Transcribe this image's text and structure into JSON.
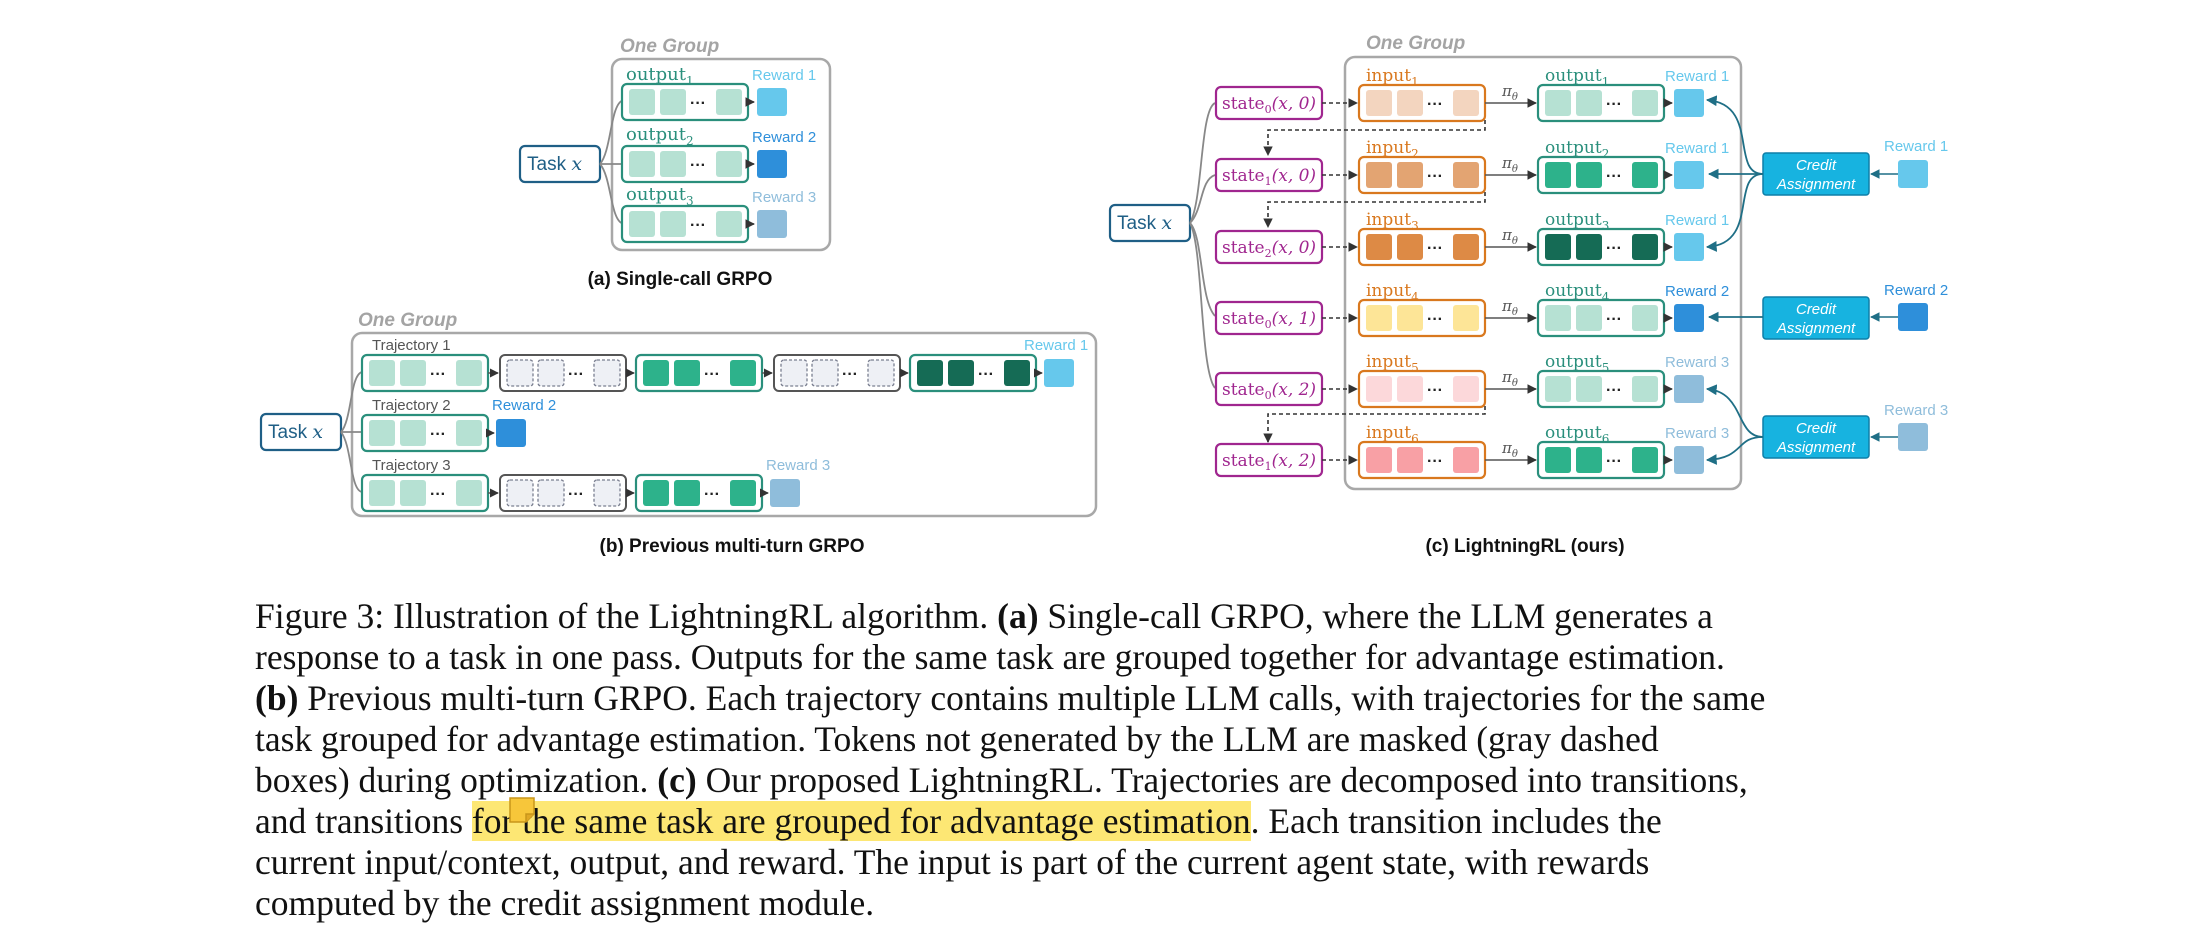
{
  "panel_a": {
    "group_label": "One Group",
    "task_label": "Task",
    "task_var": "x",
    "outputs": [
      {
        "base": "output",
        "sub": "1",
        "reward": "Reward 1"
      },
      {
        "base": "output",
        "sub": "2",
        "reward": "Reward 2"
      },
      {
        "base": "output",
        "sub": "3",
        "reward": "Reward 3"
      }
    ],
    "ellipsis": "···",
    "caption": "(a) Single-call GRPO"
  },
  "panel_b": {
    "group_label": "One Group",
    "task_label": "Task",
    "task_var": "x",
    "trajectories": [
      {
        "label": "Trajectory 1",
        "reward": "Reward 1"
      },
      {
        "label": "Trajectory 2",
        "reward": "Reward 2"
      },
      {
        "label": "Trajectory 3",
        "reward": "Reward 3"
      }
    ],
    "ellipsis": "···",
    "caption": "(b) Previous multi-turn GRPO"
  },
  "panel_c": {
    "group_label": "One Group",
    "task_label": "Task",
    "task_var": "x",
    "policy": "π",
    "policy_sub": "θ",
    "rows": [
      {
        "state_sub": "0",
        "state_args": "(x, 0)",
        "input_sub": "1",
        "output_sub": "1",
        "reward": "Reward 1"
      },
      {
        "state_sub": "1",
        "state_args": "(x, 0)",
        "input_sub": "2",
        "output_sub": "2",
        "reward": "Reward 1"
      },
      {
        "state_sub": "2",
        "state_args": "(x, 0)",
        "input_sub": "3",
        "output_sub": "3",
        "reward": "Reward 1"
      },
      {
        "state_sub": "0",
        "state_args": "(x, 1)",
        "input_sub": "4",
        "output_sub": "4",
        "reward": "Reward 2"
      },
      {
        "state_sub": "0",
        "state_args": "(x, 2)",
        "input_sub": "5",
        "output_sub": "5",
        "reward": "Reward 3"
      },
      {
        "state_sub": "1",
        "state_args": "(x, 2)",
        "input_sub": "6",
        "output_sub": "6",
        "reward": "Reward 3"
      }
    ],
    "state_base": "state",
    "input_base": "input",
    "output_base": "output",
    "credit_line1": "Credit",
    "credit_line2": "Assignment",
    "credit_rewards": [
      "Reward 1",
      "Reward 2",
      "Reward 3"
    ],
    "ellipsis": "···",
    "caption": "(c) LightningRL (ours)"
  },
  "caption": {
    "line1": {
      "a": "Figure 3: Illustration of the LightningRL algorithm. ",
      "b": "(a)",
      "c": " Single-call GRPO, where the LLM generates a"
    },
    "line2": "response to a task in one pass. Outputs for the same task are grouped together for advantage estimation.",
    "line3": {
      "b": "(b)",
      "c": " Previous multi-turn GRPO. Each trajectory contains multiple LLM calls, with trajectories for the same"
    },
    "line4": "task grouped for advantage estimation. Tokens not generated by the LLM are masked (gray dashed",
    "line5": {
      "a": "boxes) during optimization. ",
      "b": "(c)",
      "c": " Our proposed LightningRL. Trajectories are decomposed into transitions,"
    },
    "line6": {
      "a": "and transitions ",
      "hl": "for the same task are grouped for advantage estimation",
      "c": ". Each transition includes the"
    },
    "line7": "current input/context, output, and reward. The input is part of the current agent state, with rewards",
    "line8": "computed by the credit assignment module."
  },
  "colors": {
    "teal": "#2a8f7c",
    "task_blue": "#1f5f86",
    "reward1": "#66c8ec",
    "reward2": "#2e8fda",
    "reward3": "#8fbddb",
    "credit": "#17b3e0",
    "state_magenta": "#a0268f",
    "input_orange": "#d9781e",
    "highlight": "#fde774"
  }
}
